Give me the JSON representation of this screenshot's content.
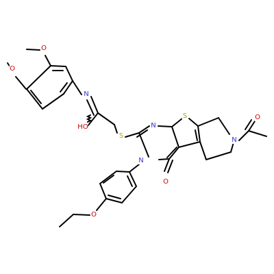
{
  "diagram": {
    "type": "chemical-structure",
    "colors": {
      "bond": "#000000",
      "N": "#3333cc",
      "O": "#cc0000",
      "S": "#b2a000"
    },
    "atoms": [
      {
        "id": "O1",
        "element": "O",
        "label": "O"
      },
      {
        "id": "O2",
        "element": "O",
        "label": "O"
      },
      {
        "id": "N1",
        "element": "N",
        "label": "N"
      },
      {
        "id": "O3",
        "element": "O",
        "label": "HO"
      },
      {
        "id": "S1",
        "element": "S",
        "label": "S"
      },
      {
        "id": "N2",
        "element": "N",
        "label": "N"
      },
      {
        "id": "S2",
        "element": "S",
        "label": "S"
      },
      {
        "id": "N3",
        "element": "N",
        "label": "N"
      },
      {
        "id": "O4",
        "element": "O",
        "label": "O"
      },
      {
        "id": "N4",
        "element": "N",
        "label": "N"
      },
      {
        "id": "O5",
        "element": "O",
        "label": "O"
      },
      {
        "id": "O6",
        "element": "O",
        "label": "O"
      }
    ]
  }
}
